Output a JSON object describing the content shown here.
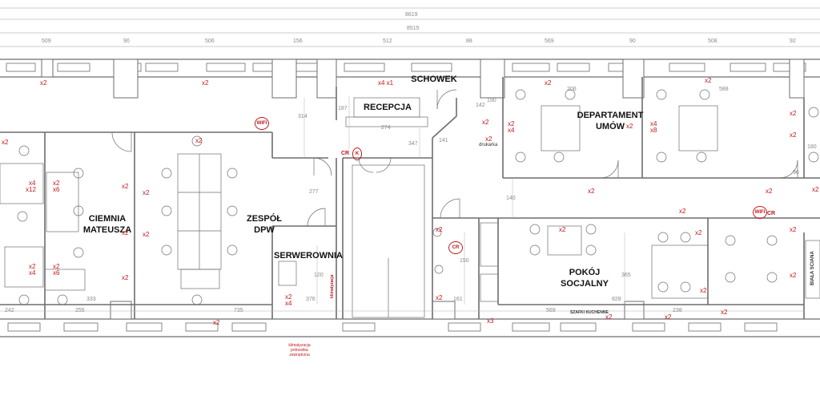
{
  "dimensions": {
    "overall": [
      "8619",
      "8515"
    ],
    "top": [
      "509",
      "90",
      "506",
      "156",
      "512",
      "88",
      "569",
      "90",
      "508",
      "92"
    ],
    "bottom": [
      "242",
      "255",
      "333",
      "735",
      "376",
      "161",
      "569",
      "828",
      "238"
    ],
    "misc": [
      "314",
      "274",
      "187",
      "141",
      "142",
      "347",
      "190",
      "140",
      "277",
      "206",
      "588",
      "150",
      "96",
      "365",
      "120",
      "180"
    ]
  },
  "rooms": {
    "schowek": "SCHOWEK",
    "recepcja": "RECEPCJA",
    "departament": [
      "DEPARTAMENT",
      "UMÓW"
    ],
    "ciemnia": [
      "CIEMNIA",
      "MATEUSZA"
    ],
    "zespol": [
      "ZESPÓŁ",
      "DPW"
    ],
    "serwerownia": "SERWEROWNIA",
    "pokoj": [
      "POKÓJ",
      "SOCJALNY"
    ],
    "biala_sciana": "BIAŁA ŚCIANA"
  },
  "labels": {
    "drukarka": "drukarka",
    "szafki": "SZAFKI KUCHENNE",
    "klimatyzacja_note": [
      "klimatyzacja",
      "jednostka",
      "zewnętrzna"
    ],
    "klimatyzacja_vert": "klimatyzacja"
  },
  "outlets": {
    "x2": "x2",
    "x3": "x3",
    "x4": "x4",
    "x6": "x6",
    "x8": "x8",
    "x12": "x12",
    "x4x1": "x4 x1"
  },
  "tags": {
    "cr": "CR",
    "k": "K",
    "wifi": "WIFI"
  },
  "colors": {
    "wall": "#6d6d6d",
    "red": "#c0171b",
    "dim": "#8a8a8a"
  }
}
